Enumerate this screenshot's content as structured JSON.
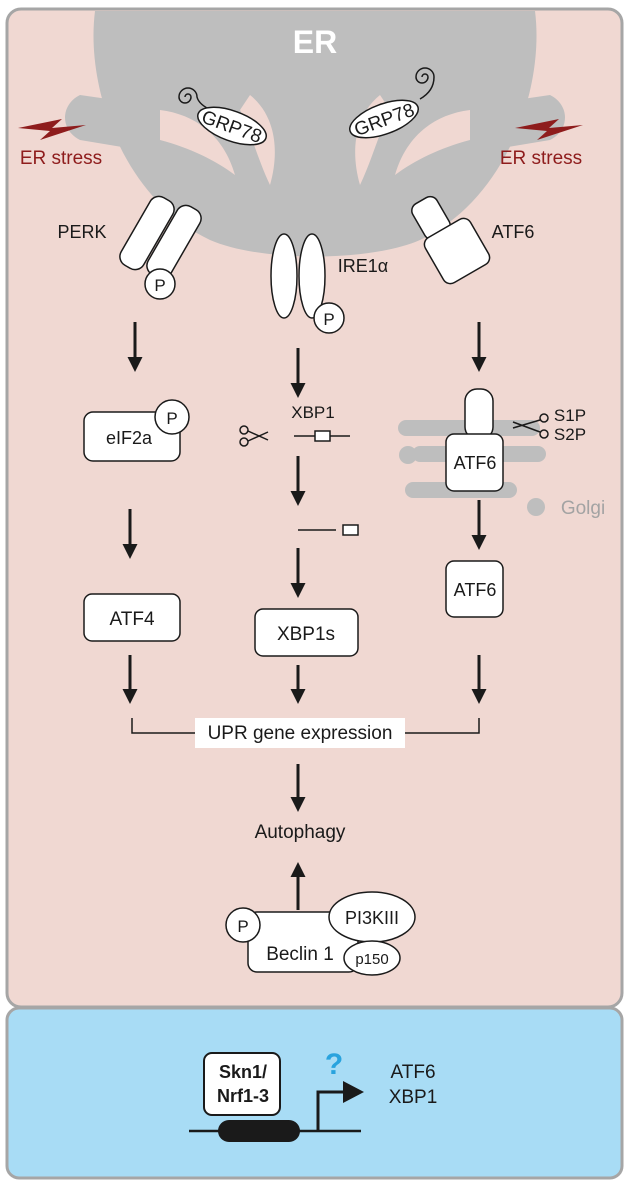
{
  "colors": {
    "top_panel_bg": "#f0d8d2",
    "bottom_panel_bg": "#a8dcf5",
    "panel_border": "#a6a6a6",
    "er_membrane": "#bebebe",
    "stress_red": "#8e1c1c",
    "question_blue": "#29a3de",
    "ink": "#1a1a1a"
  },
  "icons": [
    "lightning-bolt-icon",
    "scissors-icon",
    "coil-icon",
    "promoter-arrow-icon",
    "question-mark-icon"
  ],
  "er": {
    "label": "ER",
    "stress_left": "ER stress",
    "stress_right": "ER stress",
    "chaperone_left": "GRP78",
    "chaperone_right": "GRP78"
  },
  "sensors": {
    "perk": "PERK",
    "ire1": "IRE1α",
    "atf6": "ATF6",
    "phospho": "P"
  },
  "perk_branch": {
    "eif2a": "eIF2a",
    "atf4": "ATF4"
  },
  "ire1_branch": {
    "xbp1": "XBP1",
    "xbp1s": "XBP1s"
  },
  "atf6_branch": {
    "golgi_atf6": "ATF6",
    "s1p": "S1P",
    "s2p": "S2P",
    "golgi": "Golgi",
    "atf6_nuclear": "ATF6"
  },
  "convergence": {
    "upr": "UPR gene expression",
    "autophagy": "Autophagy"
  },
  "beclin_complex": {
    "beclin": "Beclin 1",
    "pi3k": "PI3KIII",
    "p150": "p150",
    "phospho": "P"
  },
  "nucleus": {
    "factor_line1": "Skn1/",
    "factor_line2": "Nrf1-3",
    "question": "?",
    "target1": "ATF6",
    "target2": "XBP1"
  }
}
